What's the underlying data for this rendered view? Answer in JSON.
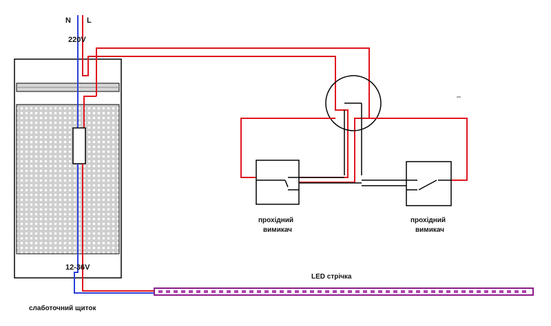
{
  "labels": {
    "neutral": "N",
    "line": "L",
    "mains_voltage": "220V",
    "low_voltage": "12-36V",
    "switch_left": [
      "прохідний",
      "вимикач"
    ],
    "switch_right": [
      "прохідний",
      "вимикач"
    ],
    "led_strip": "LED стрічка",
    "panel": "слаботочний щиток"
  },
  "colors": {
    "phase_wire": "#e0141e",
    "neutral_wire": "#2a3fd8",
    "outline": "#000000",
    "led_strip": "#8a1a8a",
    "led_dot": "#b040b0",
    "panel_fill": "#ffffff",
    "grid_fill": "#d8d8d8"
  }
}
